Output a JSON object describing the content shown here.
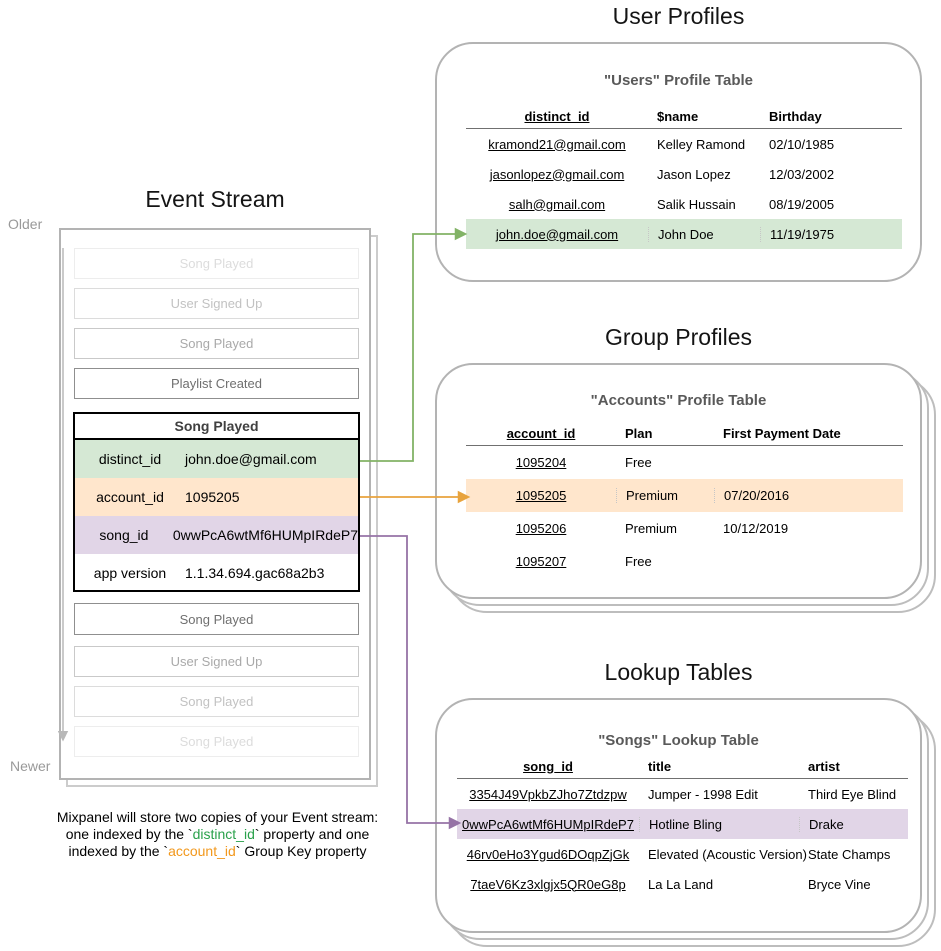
{
  "event_stream": {
    "title": "Event Stream",
    "timeline": {
      "older": "Older",
      "newer": "Newer"
    },
    "events_before": [
      {
        "label": "Song Played"
      },
      {
        "label": "User Signed Up"
      },
      {
        "label": "Song Played"
      },
      {
        "label": "Playlist Created"
      }
    ],
    "expanded_event": {
      "title": "Song Played",
      "properties": [
        {
          "key": "distinct_id",
          "value": "john.doe@gmail.com"
        },
        {
          "key": "account_id",
          "value": "1095205"
        },
        {
          "key": "song_id",
          "value": "0wwPcA6wtMf6HUMpIRdeP7"
        },
        {
          "key": "app version",
          "value": "1.1.34.694.gac68a2b3"
        }
      ]
    },
    "events_after": [
      {
        "label": "Song Played"
      },
      {
        "label": "User Signed Up"
      },
      {
        "label": "Song Played"
      },
      {
        "label": "Song Played"
      }
    ],
    "caption": {
      "line1": "Mixpanel will store two copies of your Event stream:",
      "line2_pre": "one indexed by the `",
      "line2_key": "distinct_id",
      "line2_post": "` property and one",
      "line3_pre": "indexed by the `",
      "line3_key": "account_id",
      "line3_post": "` Group Key property"
    }
  },
  "user_profiles": {
    "section_title": "User Profiles",
    "table_title": "\"Users\" Profile Table",
    "columns": [
      "distinct_id",
      "$name",
      "Birthday"
    ],
    "rows": [
      [
        "kramond21@gmail.com",
        "Kelley Ramond",
        "02/10/1985"
      ],
      [
        "jasonlopez@gmail.com",
        "Jason Lopez",
        "12/03/2002"
      ],
      [
        "salh@gmail.com",
        "Salik Hussain",
        "08/19/2005"
      ],
      [
        "john.doe@gmail.com",
        "John Doe",
        "11/19/1975"
      ]
    ],
    "highlighted_row": 3
  },
  "group_profiles": {
    "section_title": "Group Profiles",
    "table_title": "\"Accounts\" Profile Table",
    "columns": [
      "account_id",
      "Plan",
      "First Payment Date"
    ],
    "rows": [
      [
        "1095204",
        "Free",
        ""
      ],
      [
        "1095205",
        "Premium",
        "07/20/2016"
      ],
      [
        "1095206",
        "Premium",
        "10/12/2019"
      ],
      [
        "1095207",
        "Free",
        ""
      ]
    ],
    "highlighted_row": 1
  },
  "lookup_tables": {
    "section_title": "Lookup Tables",
    "table_title": "\"Songs\" Lookup Table",
    "columns": [
      "song_id",
      "title",
      "artist"
    ],
    "rows": [
      [
        "3354J49VpkbZJho7Ztdzpw",
        "Jumper - 1998 Edit",
        "Third Eye Blind"
      ],
      [
        "0wwPcA6wtMf6HUMpIRdeP7",
        "Hotline Bling",
        "Drake"
      ],
      [
        "46rv0eHo3Ygud6DOqpZjGk",
        "Elevated (Acoustic Version)",
        "State Champs"
      ],
      [
        "7taeV6Kz3xlgjx5QR0eG8p",
        "La La Land",
        "Bryce Vine"
      ]
    ],
    "highlighted_row": 1
  },
  "colors": {
    "highlight_green_fill": "#d5e8d4",
    "highlight_orange_fill": "#ffe6cc",
    "highlight_purple_fill": "#e1d5e7",
    "arrow_green": "#82b366",
    "arrow_orange": "#e8a33d",
    "arrow_purple": "#9673a6",
    "caption_green_text": "#2aa14b",
    "caption_orange_text": "#f2981c",
    "card_border": "#b3b3b3",
    "faded_text": "#999999"
  }
}
